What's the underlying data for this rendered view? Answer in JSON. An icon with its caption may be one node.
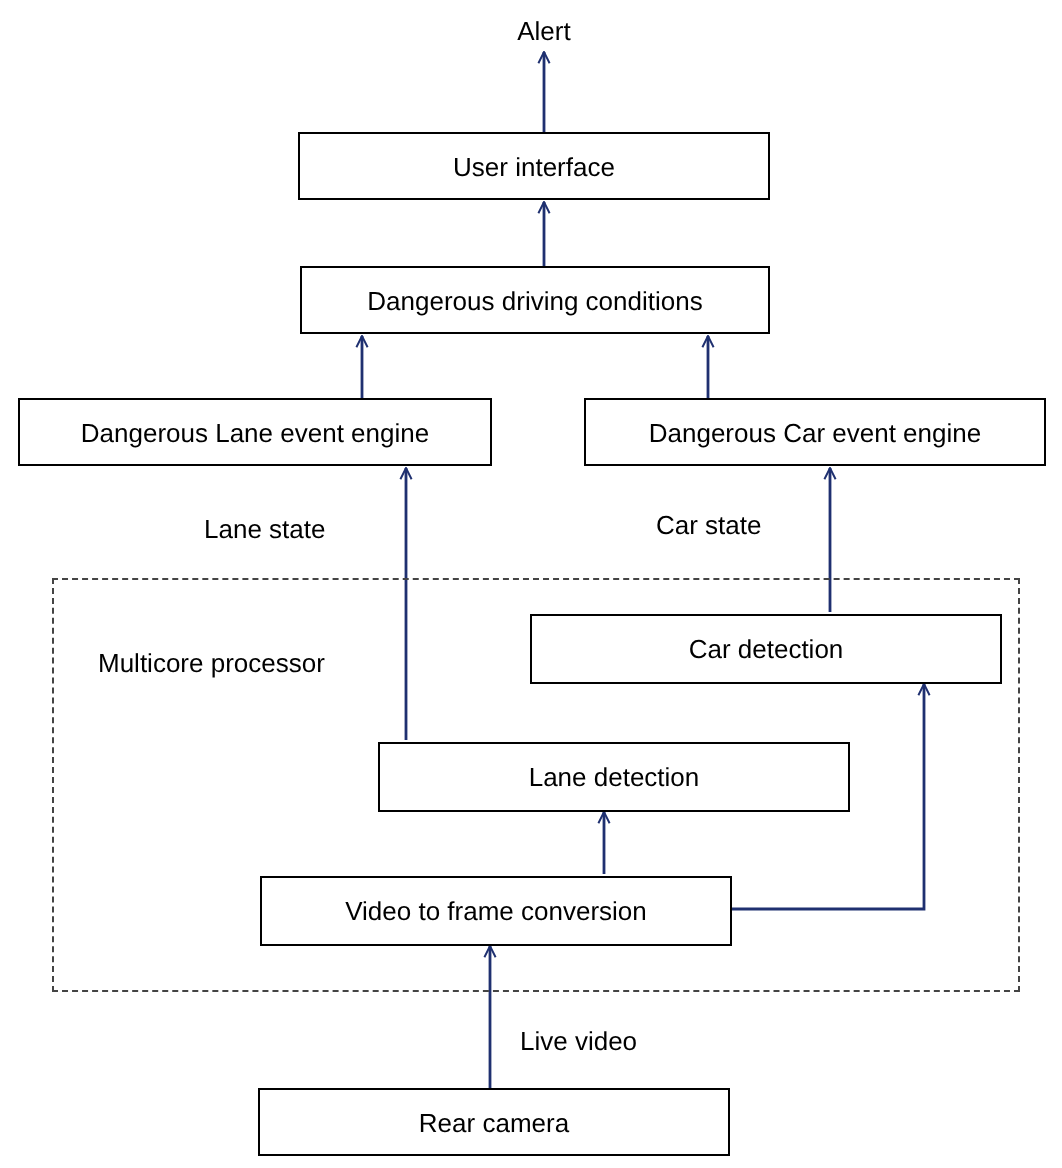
{
  "diagram": {
    "nodes": [
      {
        "text": [
          "Alert"
        ]
      },
      {
        "text": [
          "User interface"
        ]
      },
      {
        "text": [
          "Dangerous driving conditions"
        ]
      },
      {
        "text": [
          "Dangerous Lane event engine"
        ]
      },
      {
        "text": [
          "Dangerous Car event engine"
        ]
      },
      {
        "text": [
          "Multicore processor"
        ]
      },
      {
        "text": [
          "Car detection"
        ],
        "in": 5
      },
      {
        "text": [
          "Lane detection"
        ],
        "in": 5
      },
      {
        "text": [
          "Video to frame conversion"
        ],
        "in": 5
      },
      {
        "text": [
          "Rear camera"
        ]
      }
    ],
    "edges": [
      {
        "from": 1,
        "to": 0,
        "arrow": "to"
      },
      {
        "from": 2,
        "to": 1,
        "arrow": "to"
      },
      {
        "from": 3,
        "to": 2,
        "arrow": "to"
      },
      {
        "from": 4,
        "to": 2,
        "arrow": "to"
      },
      {
        "from": 7,
        "to": 3,
        "arrow": "to",
        "label": "Lane state"
      },
      {
        "from": 6,
        "to": 4,
        "arrow": "to",
        "label": "Car state"
      },
      {
        "from": 8,
        "to": 7,
        "arrow": "to"
      },
      {
        "from": 8,
        "to": 6,
        "arrow": "to"
      },
      {
        "from": 9,
        "to": 8,
        "arrow": "to",
        "label": "Live video"
      }
    ]
  }
}
